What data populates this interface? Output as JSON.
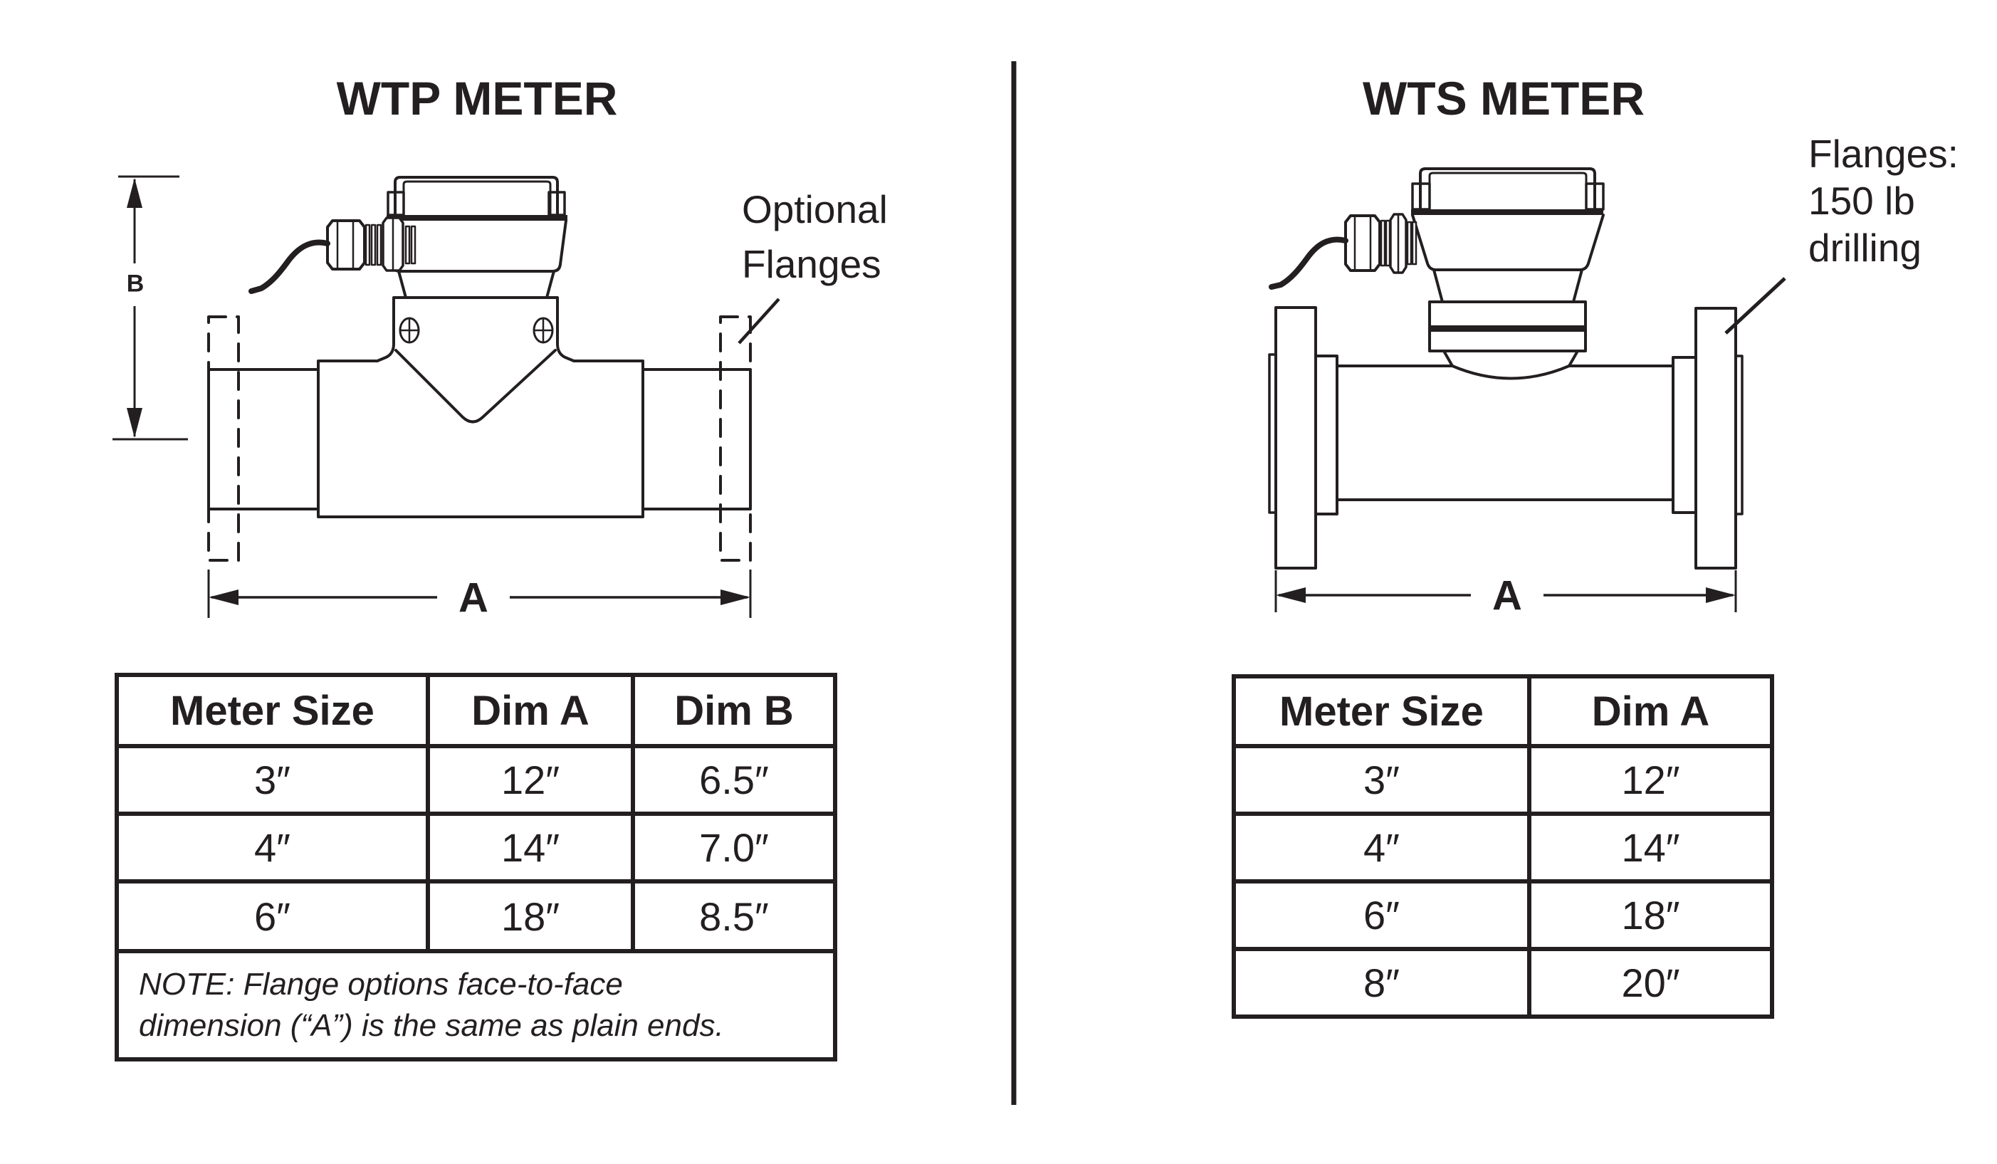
{
  "colors": {
    "ink": "#231f20",
    "background": "#ffffff"
  },
  "wtp": {
    "title": "WTP METER",
    "flange_annotation": "Optional\nFlanges",
    "dim_a_label": "A",
    "dim_b_label": "B",
    "table": {
      "headers": [
        "Meter Size",
        "Dim A",
        "Dim B"
      ],
      "rows": [
        [
          "3″",
          "12″",
          "6.5″"
        ],
        [
          "4″",
          "14″",
          "7.0″"
        ],
        [
          "6″",
          "18″",
          "8.5″"
        ]
      ],
      "note_lines": [
        "NOTE: Flange options face-to-face",
        "dimension (“A”) is the same as plain ends."
      ]
    }
  },
  "wts": {
    "title": "WTS METER",
    "flange_annotation": "Flanges:\n150 lb\ndrilling",
    "dim_a_label": "A",
    "table": {
      "headers": [
        "Meter Size",
        "Dim A"
      ],
      "rows": [
        [
          "3″",
          "12″"
        ],
        [
          "4″",
          "14″"
        ],
        [
          "6″",
          "18″"
        ],
        [
          "8″",
          "20″"
        ]
      ]
    }
  }
}
